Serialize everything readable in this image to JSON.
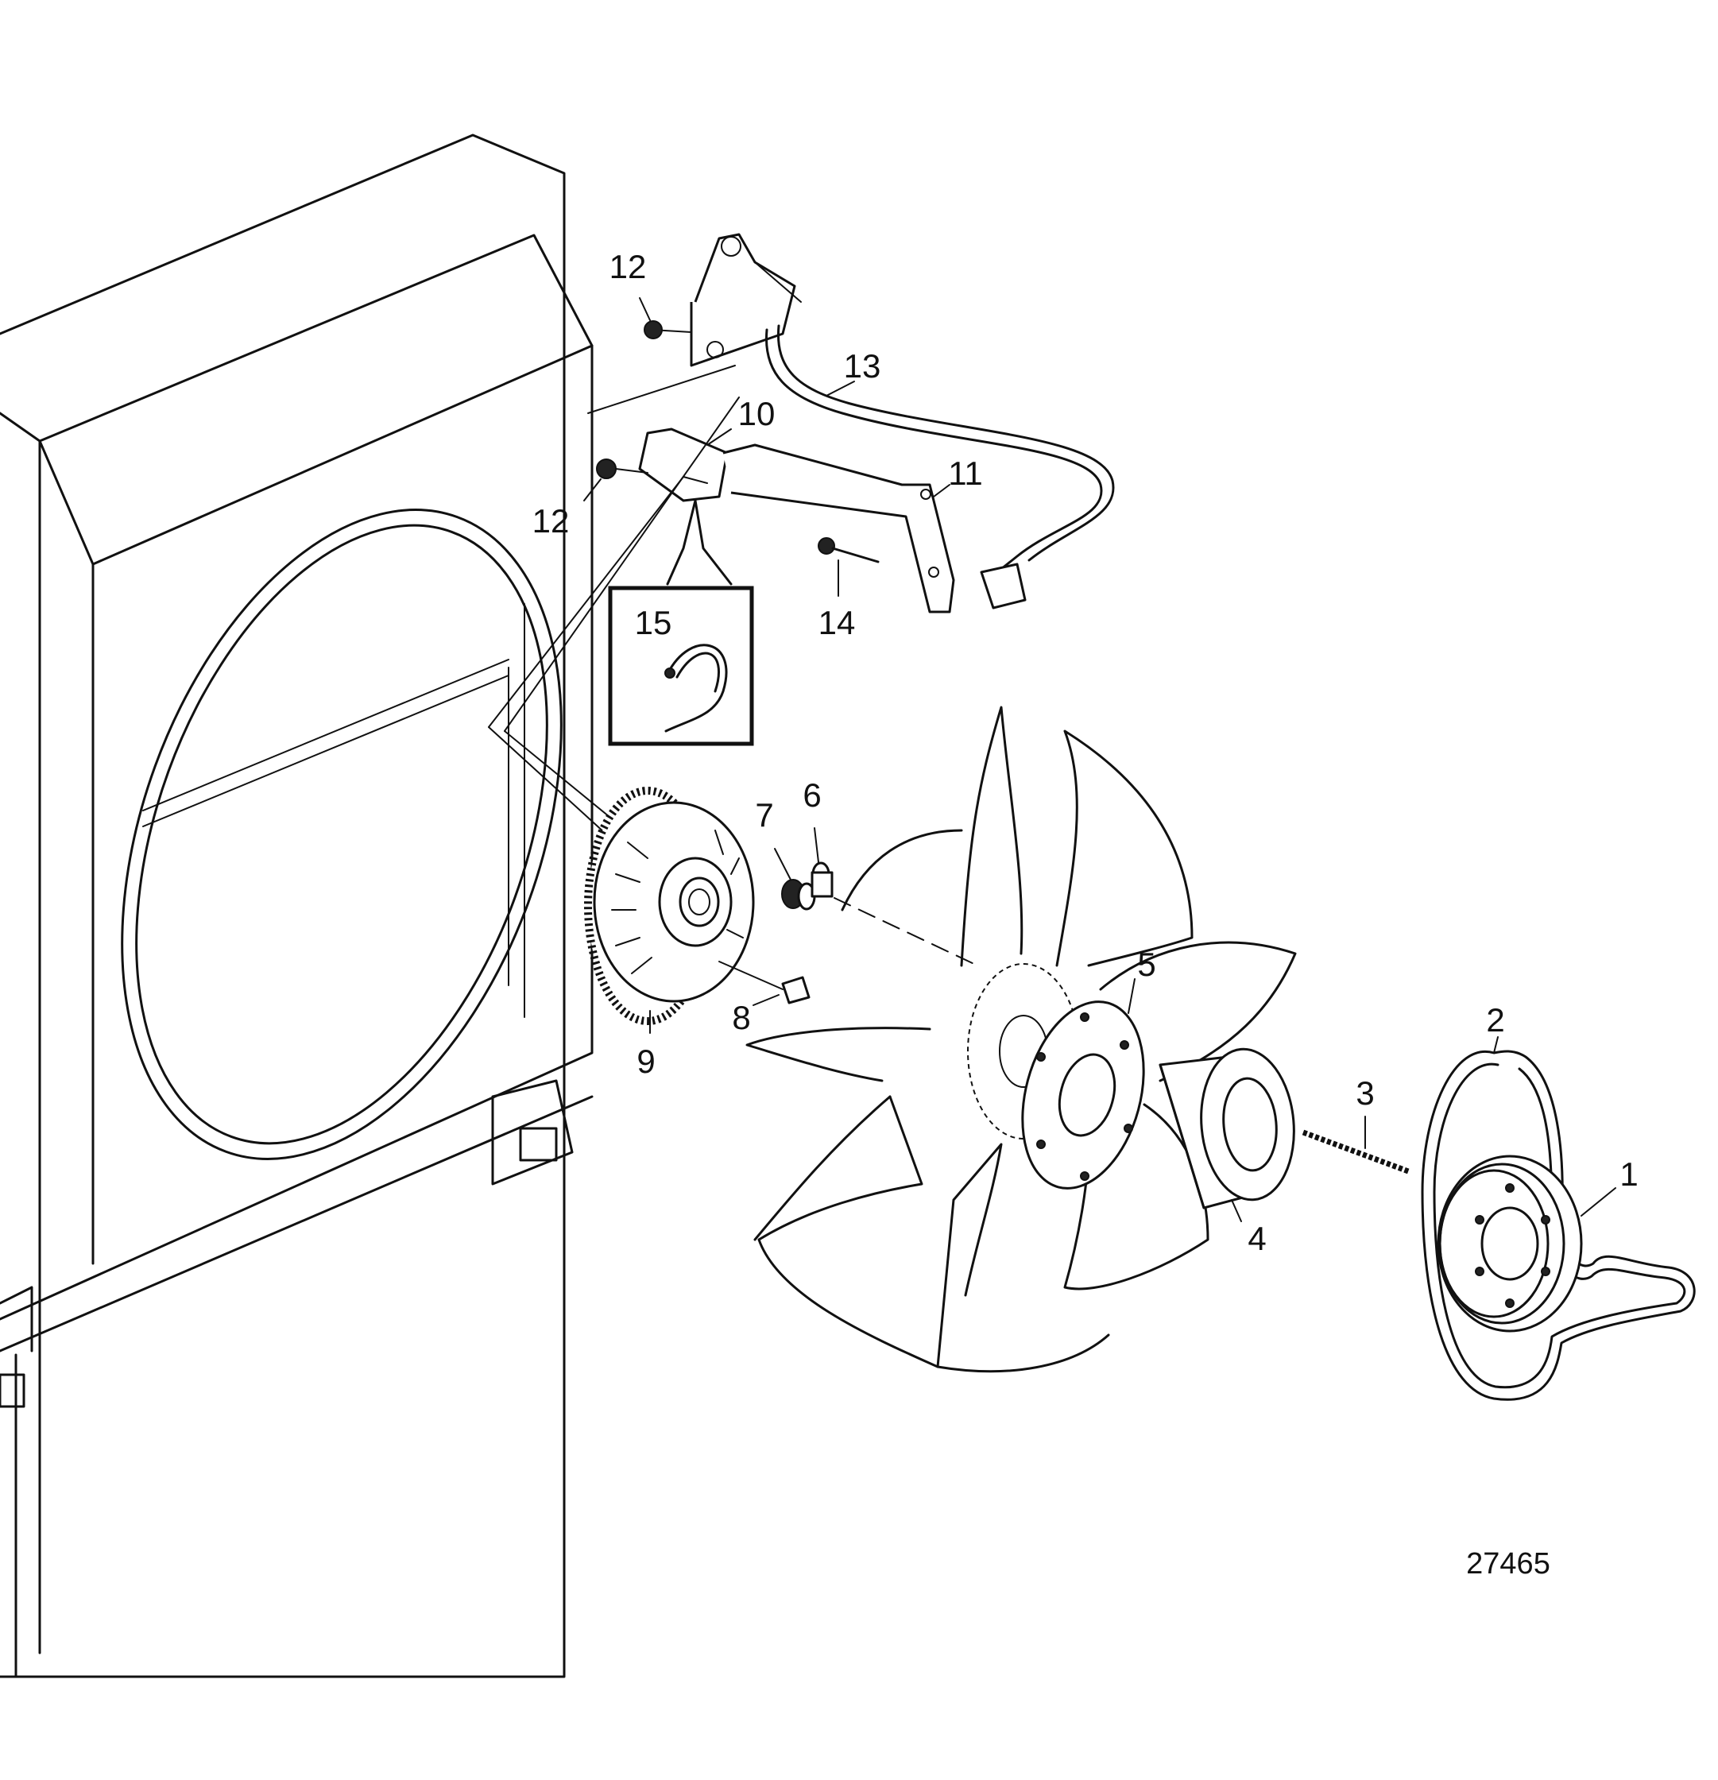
{
  "diagram": {
    "reference_number": "27465",
    "callouts": {
      "c1": "1",
      "c2": "2",
      "c3": "3",
      "c4": "4",
      "c5": "5",
      "c6": "6",
      "c7": "7",
      "c8": "8",
      "c9": "9",
      "c10": "10",
      "c11": "11",
      "c12a": "12",
      "c12b": "12",
      "c13": "13",
      "c14": "14",
      "c15": "15"
    },
    "parts": [
      "radiator-shroud",
      "fan-ring",
      "mounting-bracket",
      "sensor-bracket",
      "sensor-arm",
      "sensor-cable",
      "connector-plug",
      "detail-inset-clip",
      "viscous-fan-clutch",
      "fan-blades",
      "adapter-plate",
      "spacer",
      "stud",
      "drive-belt",
      "pulley"
    ]
  }
}
